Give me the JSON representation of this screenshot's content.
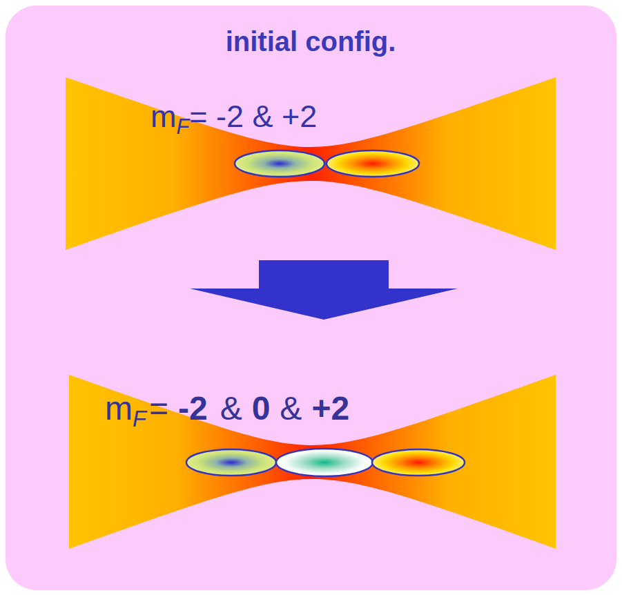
{
  "diagram": {
    "labels": [
      "initial config.",
      "m",
      "F",
      "= -2 & +2",
      "m",
      "F",
      "=",
      "-2",
      "&",
      "0",
      "&",
      "+2"
    ]
  }
}
